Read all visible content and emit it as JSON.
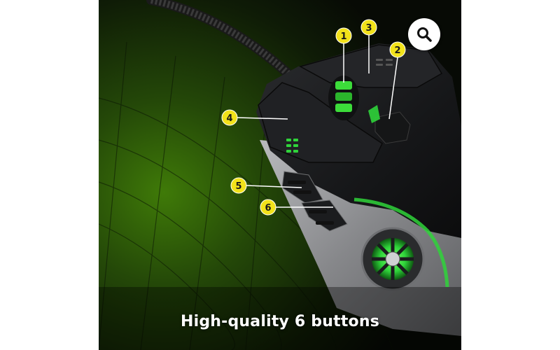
{
  "caption": "High-quality 6 buttons",
  "callouts": [
    "1",
    "2",
    "3",
    "4",
    "5",
    "6"
  ],
  "icons": {
    "zoom": "search-icon"
  },
  "colors": {
    "accent_green": "#2fd43a",
    "callout_yellow": "#f2e21a",
    "background": "#0b0f07",
    "mouse_body": "#1c1d1f",
    "mouse_trim": "#8d8e91"
  }
}
